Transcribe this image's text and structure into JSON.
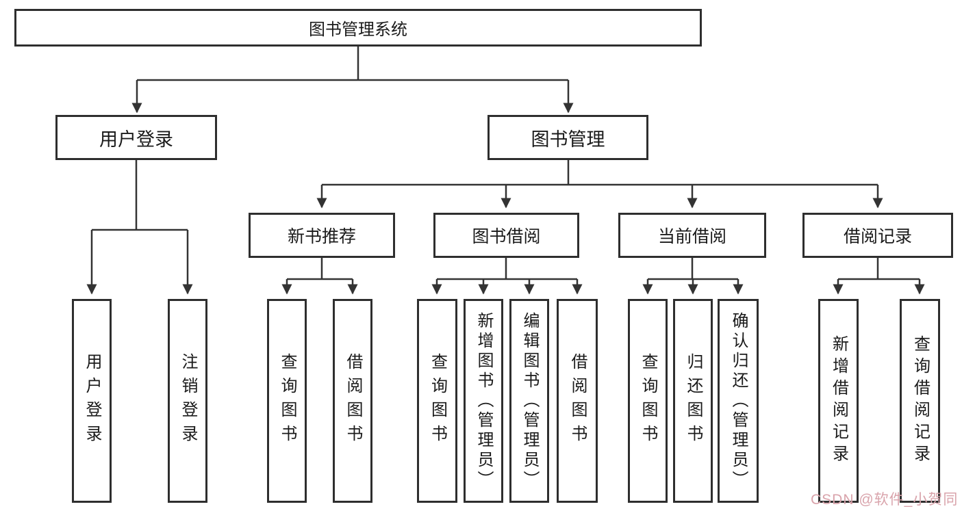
{
  "diagram_type": "hierarchy-tree",
  "tree": {
    "root": {
      "label": "图书管理系统"
    },
    "level2": [
      {
        "label": "用户登录",
        "children": [
          {
            "label": "用户登录"
          },
          {
            "label": "注销登录"
          }
        ]
      },
      {
        "label": "图书管理",
        "children": [
          {
            "label": "新书推荐",
            "children": [
              {
                "label": "查询图书"
              },
              {
                "label": "借阅图书"
              }
            ]
          },
          {
            "label": "图书借阅",
            "children": [
              {
                "label": "查询图书"
              },
              {
                "label": "新增图书（管理员）"
              },
              {
                "label": "编辑图书（管理员）"
              },
              {
                "label": "借阅图书"
              }
            ]
          },
          {
            "label": "当前借阅",
            "children": [
              {
                "label": "查询图书"
              },
              {
                "label": "归还图书"
              },
              {
                "label": "确认归还（管理员）"
              }
            ]
          },
          {
            "label": "借阅记录",
            "children": [
              {
                "label": "新增借阅记录"
              },
              {
                "label": "查询借阅记录"
              }
            ]
          }
        ]
      }
    ]
  },
  "watermark": {
    "text": "CSDN @软件_小贺同学"
  },
  "colors": {
    "line": "#333333",
    "box_border": "#2e2e2e",
    "text": "#1a1a1a",
    "background": "#ffffff",
    "watermark": "#d9a3ab"
  }
}
